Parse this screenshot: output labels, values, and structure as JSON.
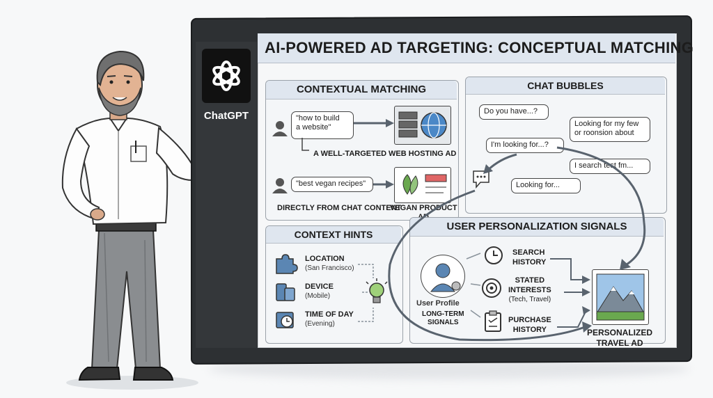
{
  "logo": {
    "name": "ChatGPT"
  },
  "title": "AI-POWERED AD TARGETING: CONCEPTUAL MATCHING",
  "contextual": {
    "heading": "CONTEXTUAL MATCHING",
    "query1": "\"how to build a website\"",
    "query1_line1": "\"how to build",
    "query1_line2": "a website\"",
    "note1": "A WELL-TARGETED",
    "ad1": "WEB HOSTING AD",
    "query2": "\"best vegan recipes\"",
    "note2": "DIRECTLY FROM CHAT CONTENT",
    "ad2_line1": "VEGAN PRODUCT",
    "ad2_line2": "AD"
  },
  "chat": {
    "heading": "CHAT BUBBLES",
    "bubbles": [
      "Do you have...?",
      "Looking for my few or roonsion about",
      "I'm looking for...?",
      "I search test fm...",
      "Looking for..."
    ],
    "b1": "Do you have...?",
    "b2_line1": "Looking for my few",
    "b2_line2": "or roonsion about",
    "b3": "I'm looking for...?",
    "b4": "I search test fm...",
    "b5": "Looking for..."
  },
  "hints": {
    "heading": "CONTEXT HINTS",
    "items": [
      {
        "label": "LOCATION",
        "value": "(San Francisco)",
        "icon": "puzzle-icon"
      },
      {
        "label": "DEVICE",
        "value": "(Mobile)",
        "icon": "devices-icon"
      },
      {
        "label": "TIME OF DAY",
        "value": "(Evening)",
        "icon": "clock-icon"
      }
    ],
    "result_icon": "lightbulb-icon"
  },
  "personal": {
    "heading": "USER PERSONALIZATION SIGNALS",
    "profile": "User Profile",
    "long_line1": "LONG-TERM",
    "long_line2": "SIGNALS",
    "signals": [
      {
        "line1": "SEARCH",
        "line2": "HISTORY",
        "icon": "history-icon"
      },
      {
        "line1": "STATED",
        "line2": "INTERESTS",
        "extra": "(Tech, Travel)",
        "icon": "target-icon"
      },
      {
        "line1": "PURCHASE",
        "line2": "HISTORY",
        "icon": "clipboard-icon"
      }
    ],
    "result_line1": "PERSONALIZED",
    "result_line2": "TRAVEL AD"
  },
  "colors": {
    "ink": "#1c1c1c",
    "panel": "#f4f6f8",
    "header": "#dfe6ef",
    "arrow": "#59636e",
    "board": "#2d3033"
  }
}
